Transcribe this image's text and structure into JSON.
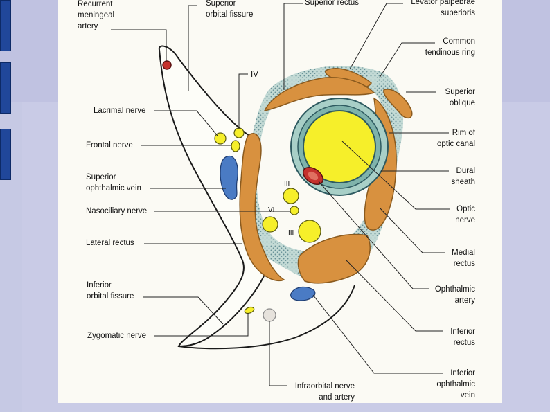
{
  "slide": {
    "background": "#c6c9e4",
    "tab_color": "#20479a"
  },
  "diagram": {
    "colors": {
      "muscle": "#d8913f",
      "nerve": "#f6ef2a",
      "vein": "#4a7bc4",
      "artery": "#c5322d",
      "sheath": "#a8cfc7",
      "stipple": "#9fc3c1"
    },
    "labels": {
      "recurrent_meningeal_artery": "Recurrent\nmeningeal\nartery",
      "superior_orbital_fissure": "Superior\norbital fissure",
      "superior_rectus": "Superior rectus",
      "levator_palpebrae": "Levator palpebrae\nsuperioris",
      "common_tendinous_ring": "Common\ntendinous ring",
      "superior_oblique": "Superior\noblique",
      "rim_optic_canal": "Rim of\noptic canal",
      "dural_sheath": "Dural\nsheath",
      "optic_nerve": "Optic\nnerve",
      "medial_rectus": "Medial\nrectus",
      "ophthalmic_artery": "Ophthalmic\nartery",
      "inferior_rectus": "Inferior\nrectus",
      "inferior_ophthalmic_vein": "Inferior\nophthalmic\nvein",
      "infraorbital_nerve": "Infraorbital nerve\nand artery",
      "zygomatic_nerve": "Zygomatic nerve",
      "inferior_orbital_fissure": "Inferior\norbital fissure",
      "lateral_rectus": "Lateral rectus",
      "nasociliary_nerve": "Nasociliary nerve",
      "superior_ophthalmic_vein": "Superior\nophthalmic vein",
      "frontal_nerve": "Frontal nerve",
      "lacrimal_nerve": "Lacrimal nerve",
      "cn_iv": "IV",
      "cn_iii_upper": "III",
      "cn_vi": "VI",
      "cn_iii_lower": "III"
    }
  }
}
